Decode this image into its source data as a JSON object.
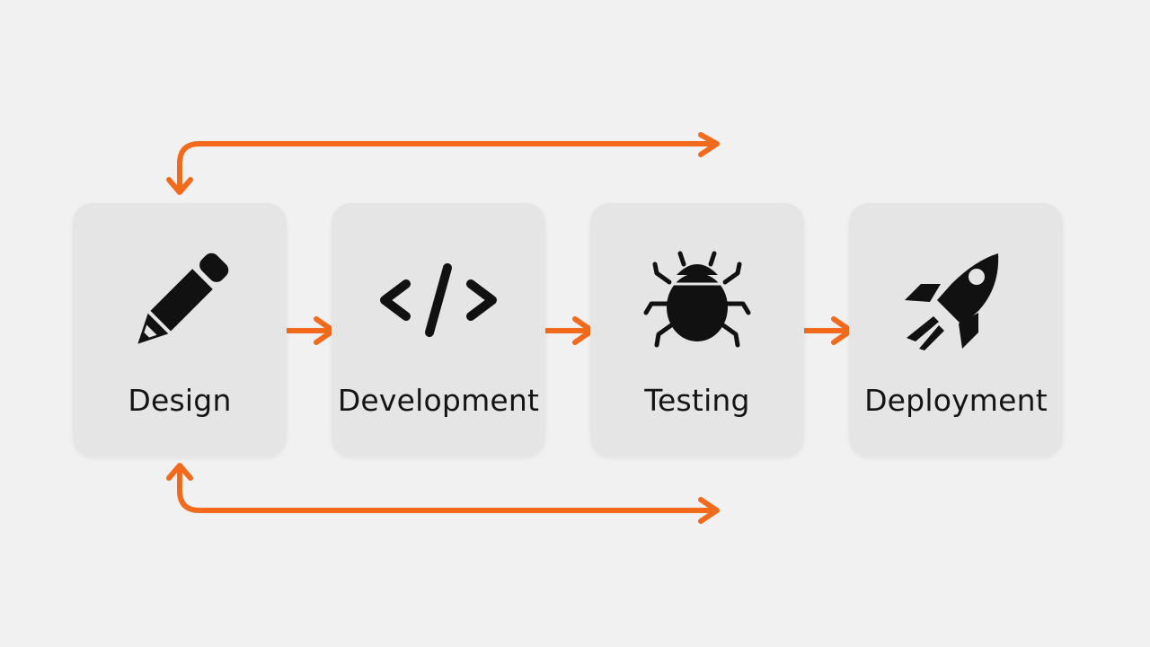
{
  "diagram": {
    "accent_color": "#f26b1d",
    "icon_color": "#111111",
    "stages": [
      {
        "label": "Design",
        "icon": "pencil-icon"
      },
      {
        "label": "Development",
        "icon": "code-icon"
      },
      {
        "label": "Testing",
        "icon": "bug-icon"
      },
      {
        "label": "Deployment",
        "icon": "rocket-icon"
      }
    ]
  }
}
